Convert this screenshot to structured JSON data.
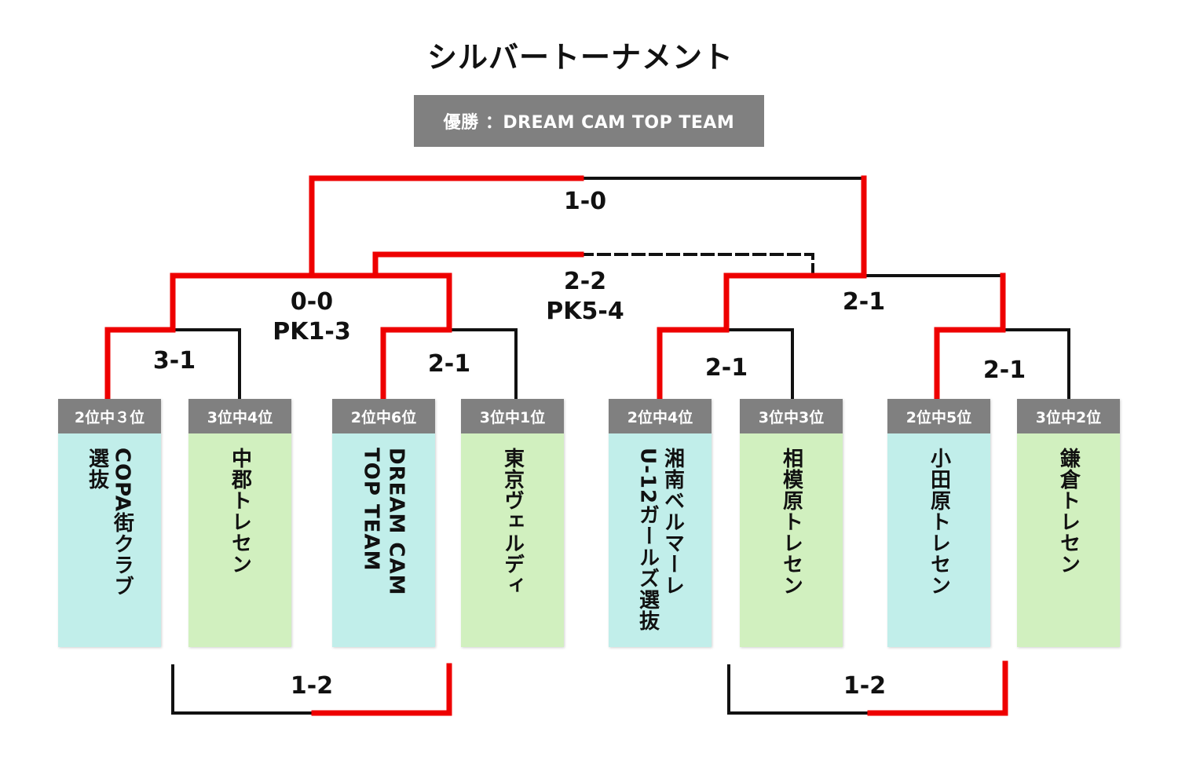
{
  "title": "シルバートーナメント",
  "winner_banner": {
    "label": "優勝 ：DREAM CAM TOP TEAM"
  },
  "colors": {
    "win_line": "#ee0000",
    "line": "#111111",
    "rank_header": "#808080",
    "cyan_card": "#c1eeea",
    "green_card": "#d1f0bf"
  },
  "teams": [
    {
      "rank": "2位中３位",
      "name": "COPA街クラブ\n選抜"
    },
    {
      "rank": "3位中4位",
      "name": "中郡トレセン"
    },
    {
      "rank": "2位中6位",
      "name": "DREAM CAM\nTOP TEAM"
    },
    {
      "rank": "3位中1位",
      "name": "東京ヴェルディ"
    },
    {
      "rank": "2位中4位",
      "name": "湘南ベルマーレ\nU-12ガールズ選抜"
    },
    {
      "rank": "3位中3位",
      "name": "相模原トレセン"
    },
    {
      "rank": "2位中5位",
      "name": "小田原トレセン"
    },
    {
      "rank": "3位中2位",
      "name": "鎌倉トレセン"
    }
  ],
  "scores": {
    "final": "1-0",
    "third_place": {
      "line1": "2-2",
      "line2": "PK5-4"
    },
    "semi_left": {
      "line1": "0-0",
      "line2": "PK1-3"
    },
    "semi_right": "2-1",
    "qf1": "3-1",
    "qf2": "2-1",
    "qf3": "2-1",
    "qf4": "2-1",
    "consolation_left": "1-2",
    "consolation_right": "1-2"
  }
}
